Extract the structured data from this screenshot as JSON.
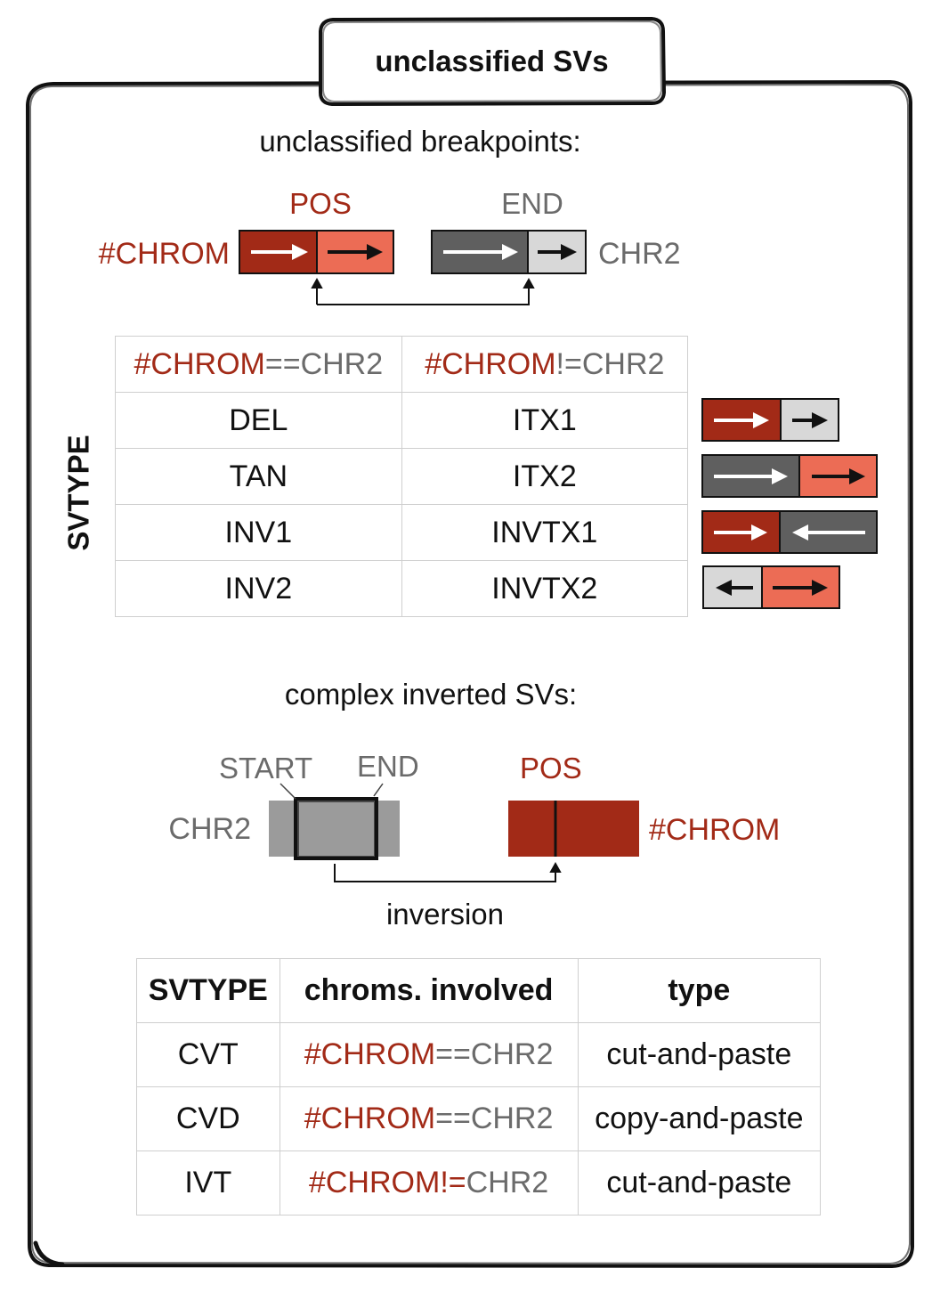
{
  "title": "unclassified SVs",
  "breakpoints": {
    "heading": "unclassified breakpoints:",
    "pos_label": "POS",
    "end_label": "END",
    "chrom_label": "#CHROM",
    "chr2_label": "CHR2"
  },
  "svtype_table": {
    "side_label": "SVTYPE",
    "header_same": {
      "a": "#CHROM",
      "op": "==",
      "b": "CHR2"
    },
    "header_diff": {
      "a": "#CHROM",
      "op": "!=",
      "b": "CHR2"
    },
    "rows": [
      {
        "same": "DEL",
        "diff": "ITX1",
        "glyph": "red-right / light-right"
      },
      {
        "same": "TAN",
        "diff": "ITX2",
        "glyph": "dark-right / salmon-right"
      },
      {
        "same": "INV1",
        "diff": "INVTX1",
        "glyph": "red-right / dark-left"
      },
      {
        "same": "INV2",
        "diff": "INVTX2",
        "glyph": "light-left / salmon-right"
      }
    ]
  },
  "complex": {
    "heading": "complex inverted SVs:",
    "start_label": "START",
    "end_label": "END",
    "pos_label": "POS",
    "chr2_label": "CHR2",
    "chrom_label": "#CHROM",
    "inversion_label": "inversion"
  },
  "complex_table": {
    "headers": [
      "SVTYPE",
      "chroms. involved",
      "type"
    ],
    "rows": [
      {
        "svtype": "CVT",
        "a": "#CHROM",
        "op": "==",
        "b": "CHR2",
        "type": "cut-and-paste"
      },
      {
        "svtype": "CVD",
        "a": "#CHROM",
        "op": "==",
        "b": "CHR2",
        "type": "copy-and-paste"
      },
      {
        "svtype": "IVT",
        "a": "#CHROM",
        "op": "!=",
        "b": "CHR2",
        "type": "cut-and-paste"
      }
    ]
  },
  "colors": {
    "dark_red": "#a22a17",
    "salmon": "#ec6c55",
    "dark_gray": "#5f5f5f",
    "light_gray": "#d8d8d8",
    "mid_gray": "#9b9b9b",
    "label_gray": "#6b6b6b"
  }
}
